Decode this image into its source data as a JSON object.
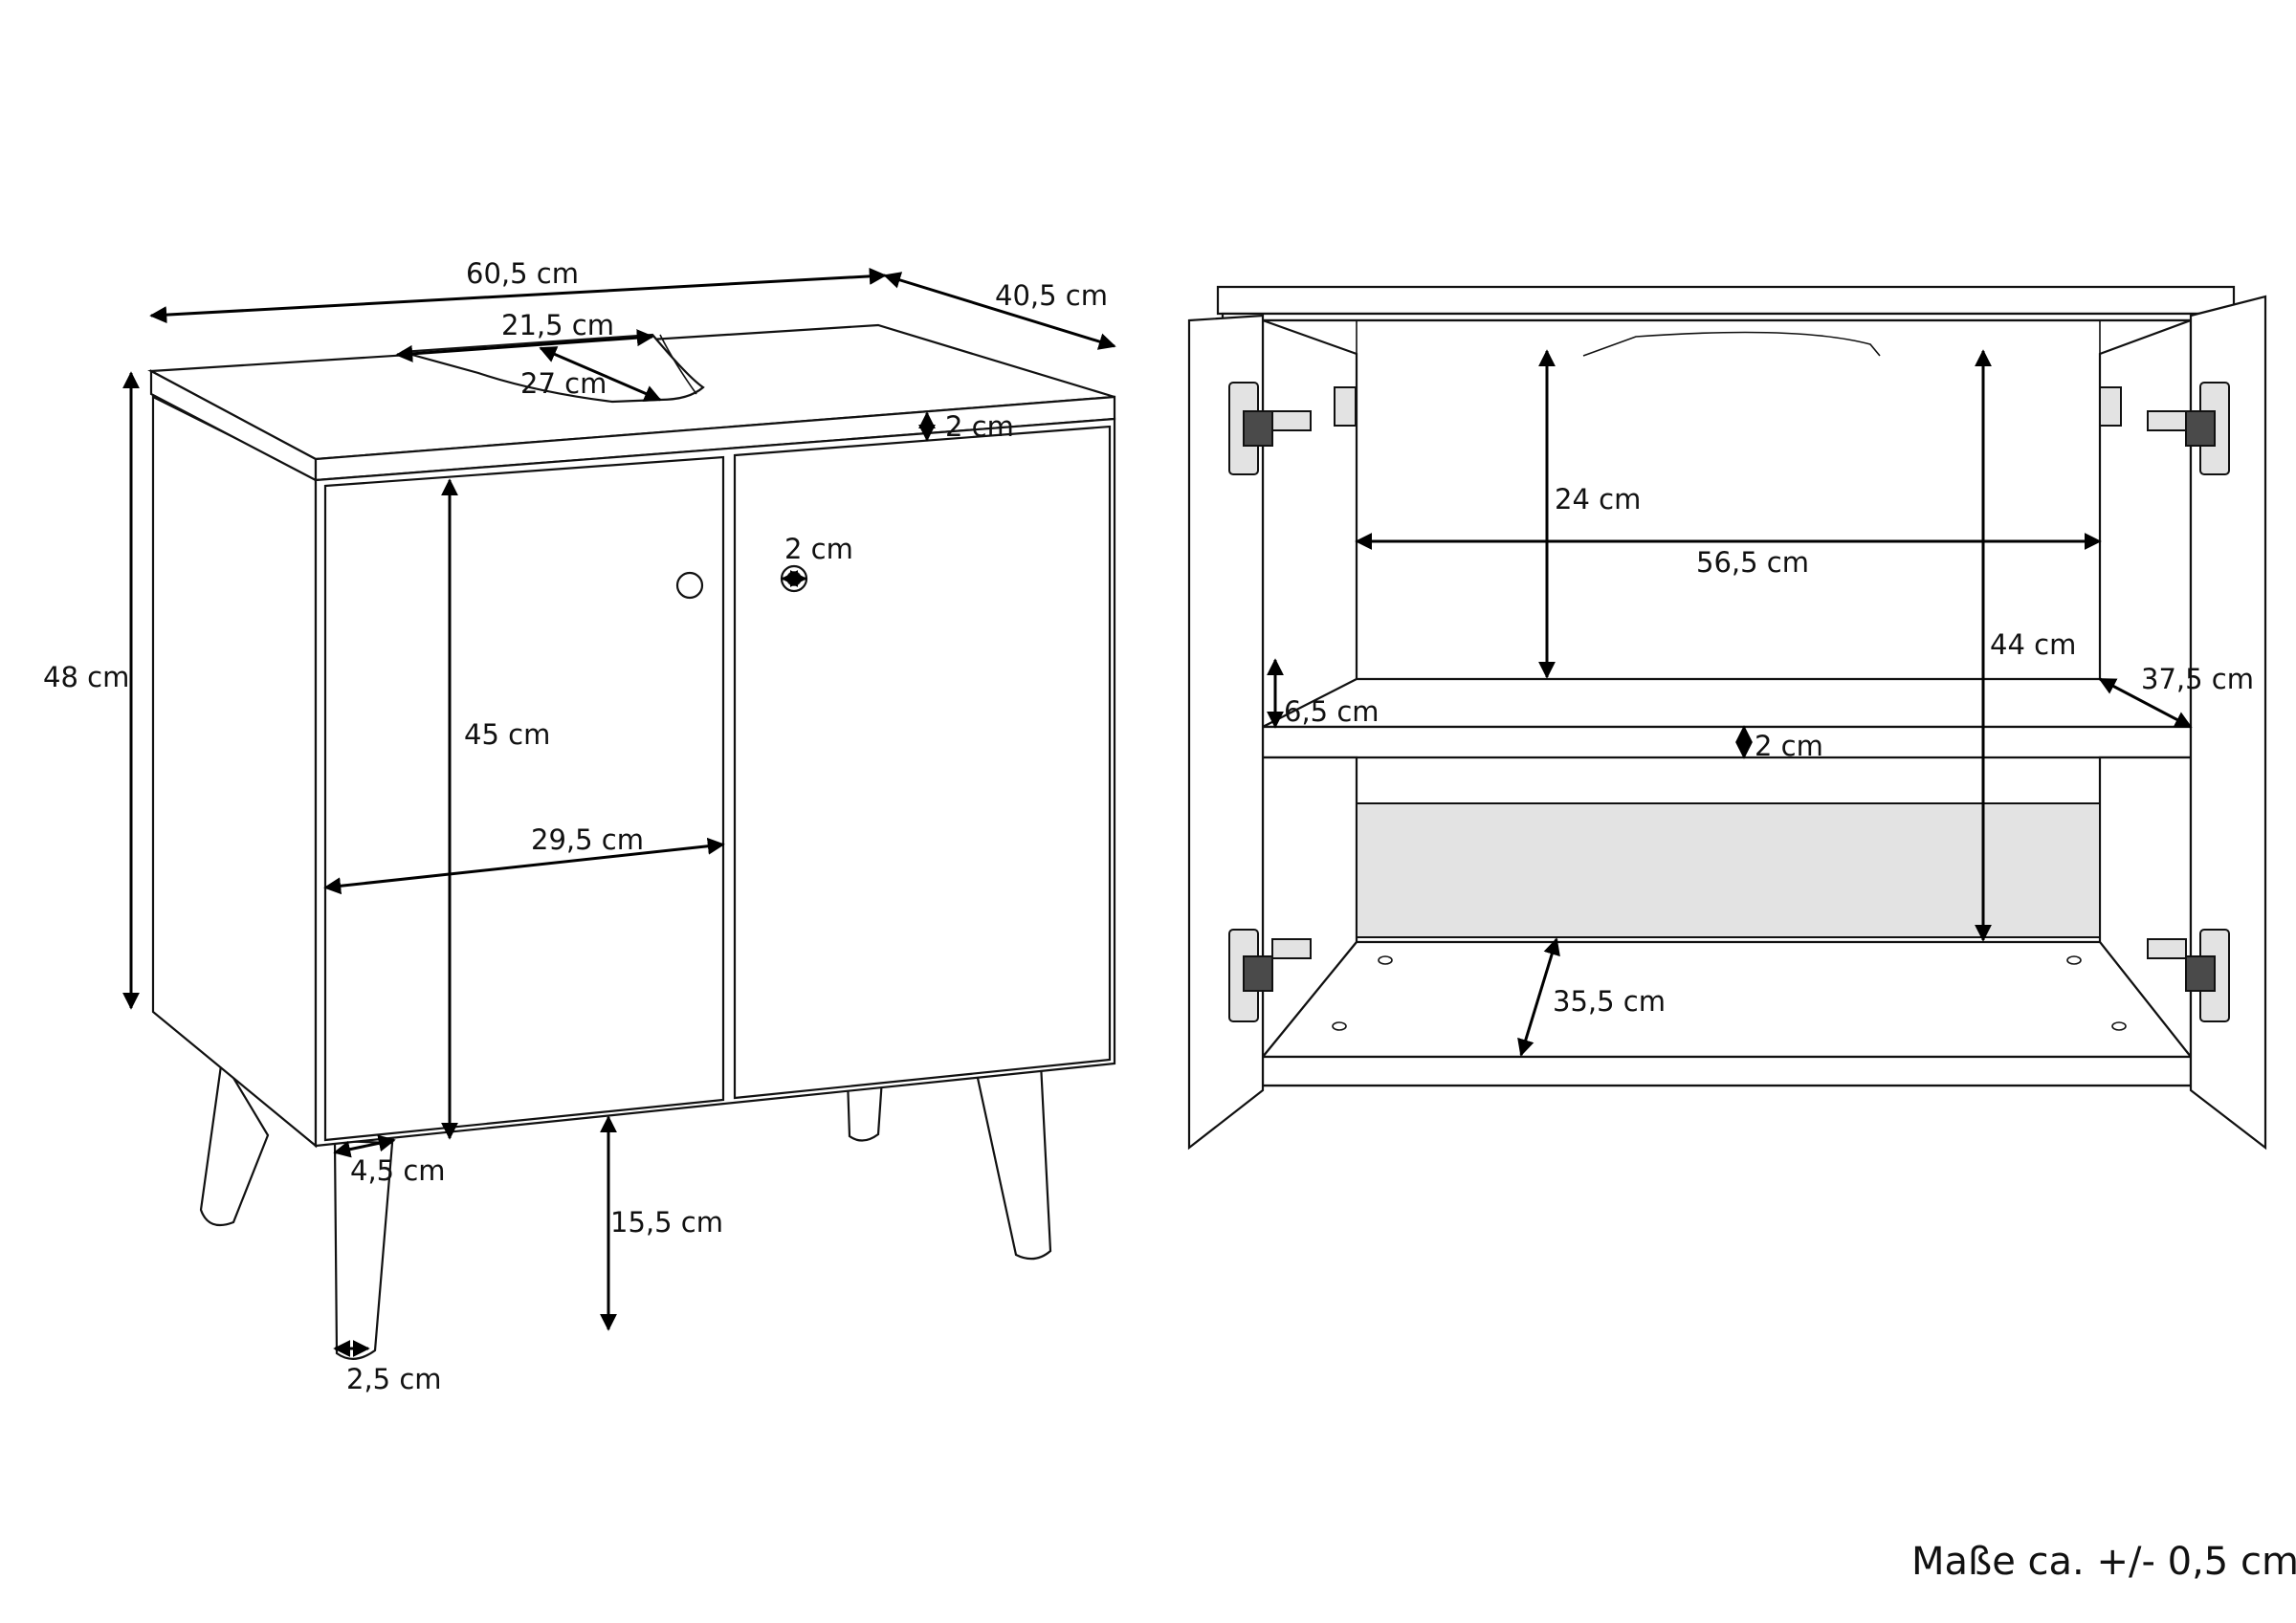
{
  "left_view": {
    "width": "60,5 cm",
    "depth": "40,5 cm",
    "cutout_width": "21,5 cm",
    "cutout_depth": "27 cm",
    "top_thickness": "2 cm",
    "height": "48 cm",
    "knob": "2 cm",
    "door_height": "45 cm",
    "door_width": "29,5 cm",
    "leg_inset": "4,5 cm",
    "leg_height": "15,5 cm",
    "leg_width": "2,5 cm"
  },
  "right_view": {
    "upper_height": "24 cm",
    "inner_width": "56,5 cm",
    "inner_height": "44 cm",
    "shelf_depth": "37,5 cm",
    "shelf_offset": "6,5 cm",
    "shelf_thickness": "2 cm",
    "bottom_depth": "35,5 cm"
  },
  "footnote": "Maße ca. +/- 0,5 cm"
}
